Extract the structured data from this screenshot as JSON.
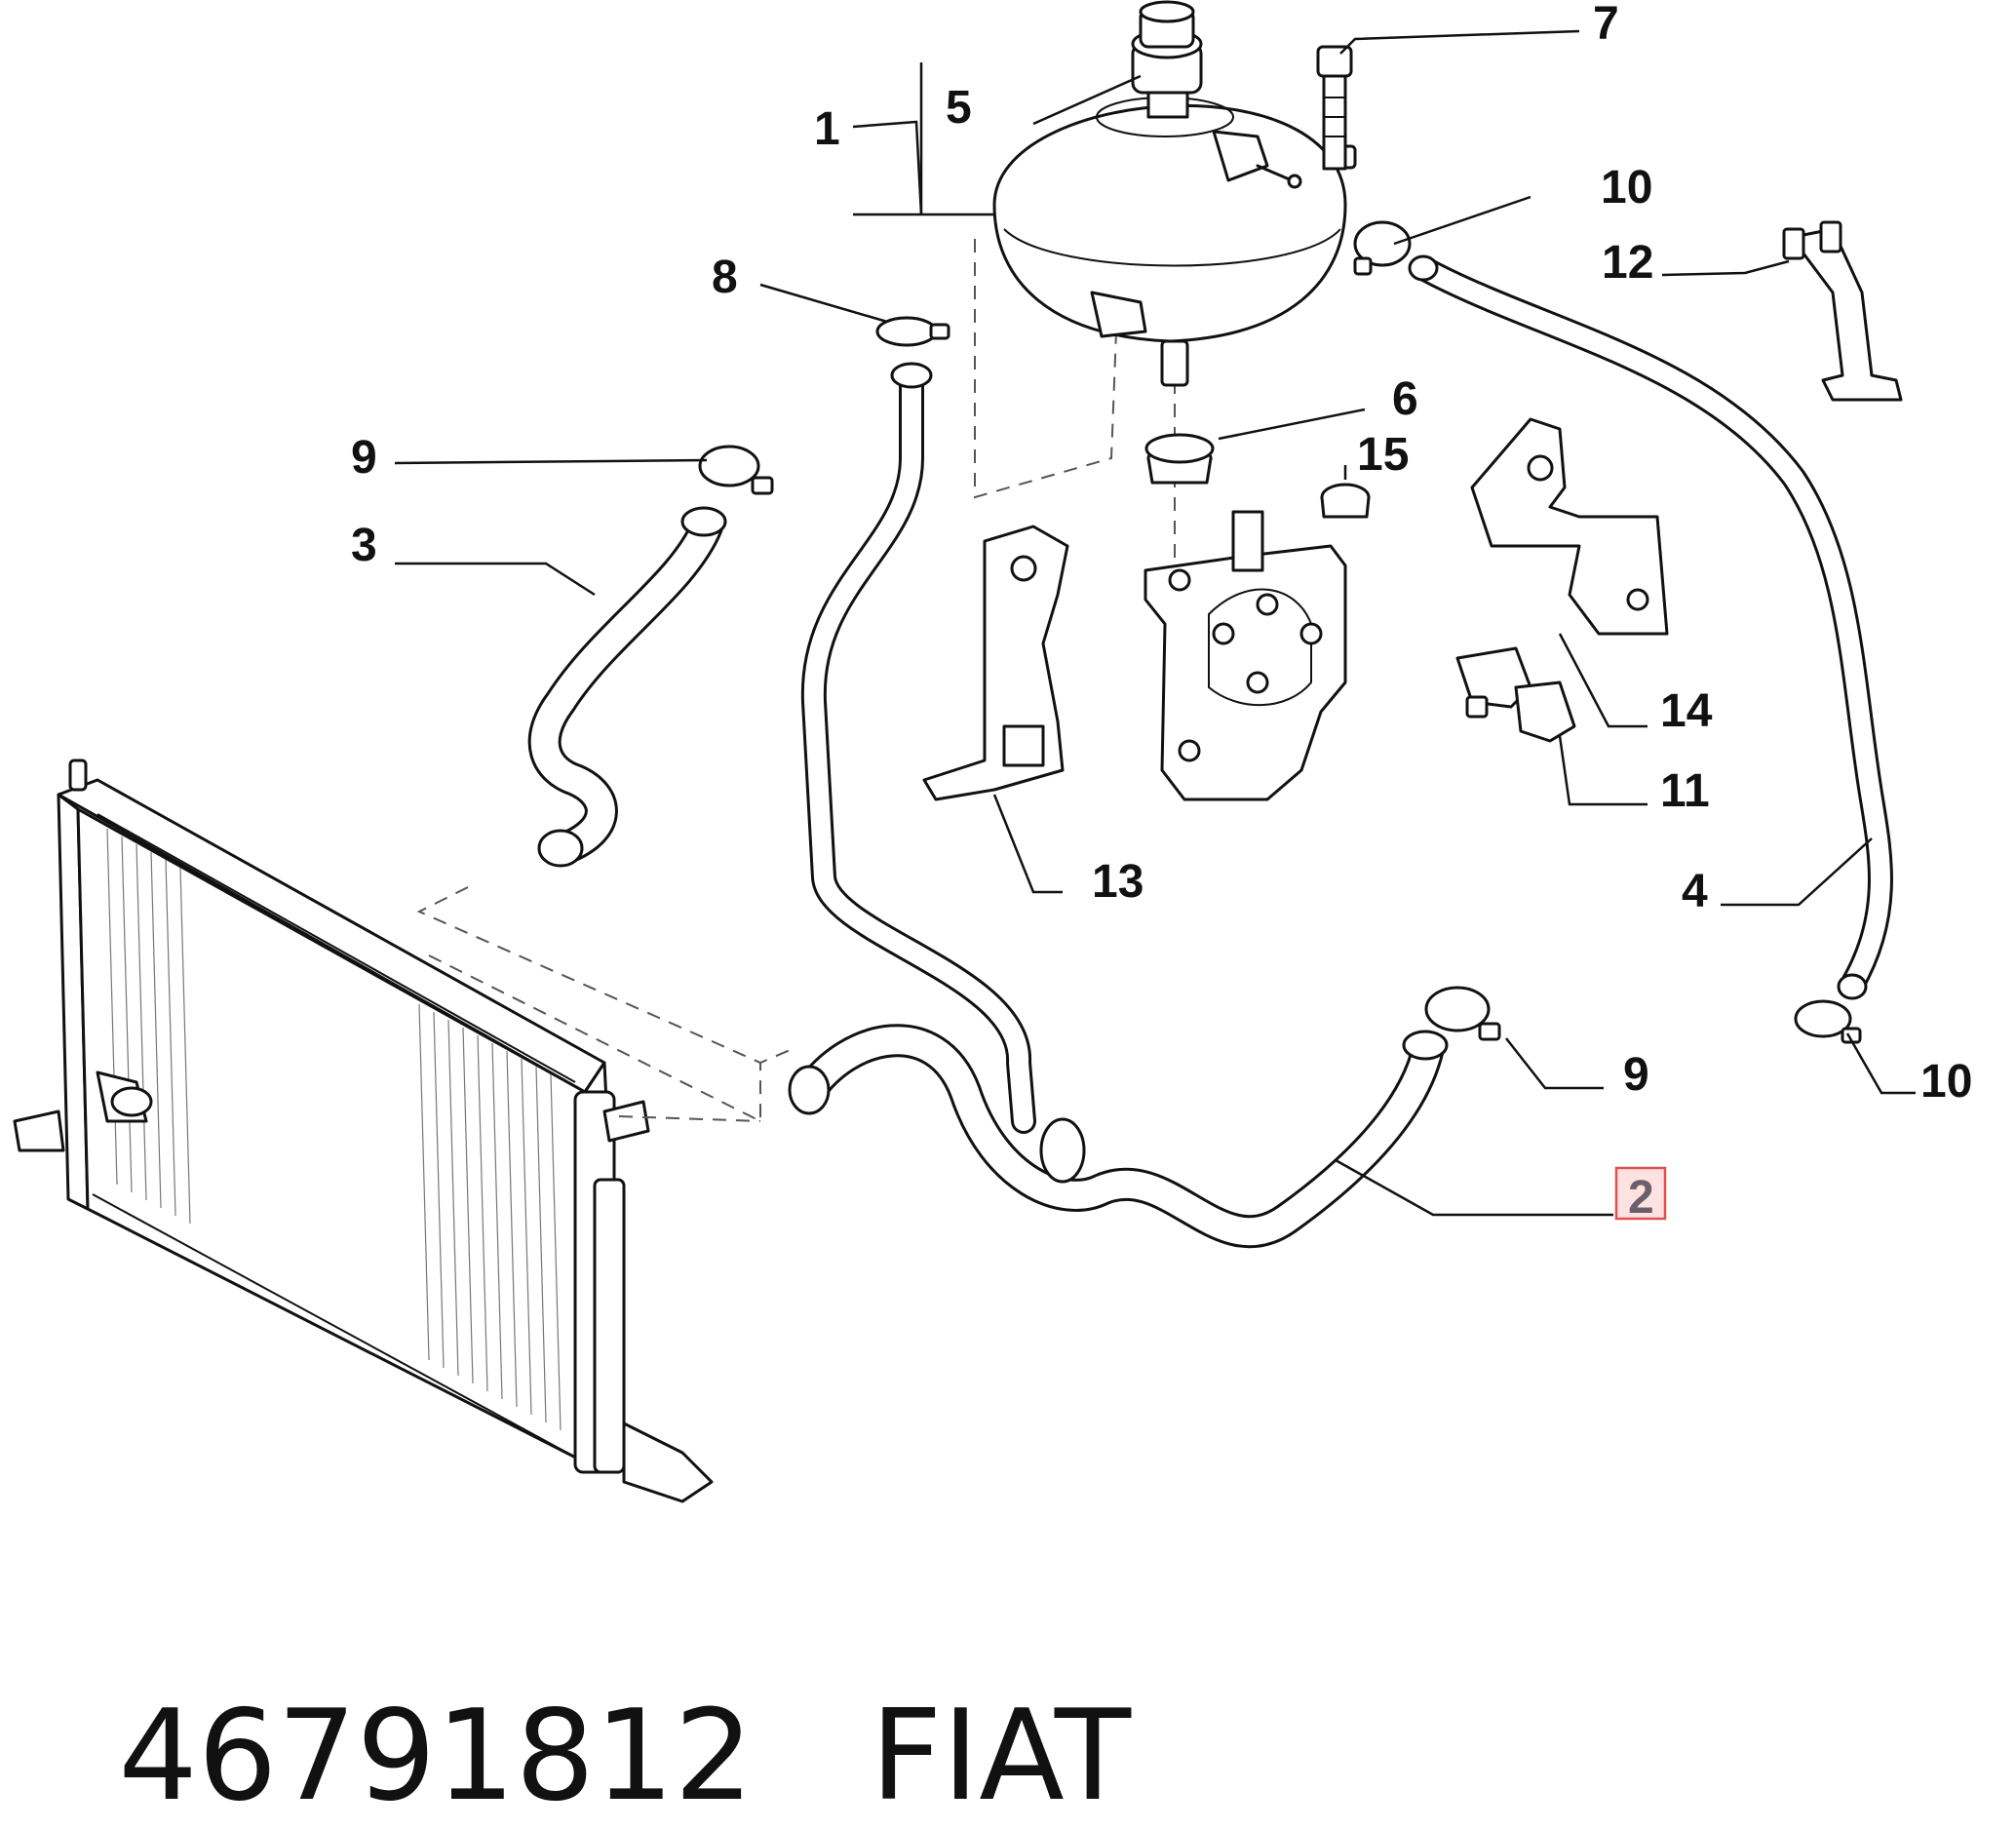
{
  "callouts": {
    "c1": "1",
    "c2": "2",
    "c3": "3",
    "c4": "4",
    "c5": "5",
    "c6": "6",
    "c7": "7",
    "c8": "8",
    "c9a": "9",
    "c9b": "9",
    "c10a": "10",
    "c10b": "10",
    "c11": "11",
    "c12": "12",
    "c13": "13",
    "c14": "14",
    "c15": "15"
  },
  "highlight": {
    "callout": "2",
    "color": "#e05050"
  },
  "footer": {
    "part_number": "46791812",
    "brand": "FIAT"
  }
}
